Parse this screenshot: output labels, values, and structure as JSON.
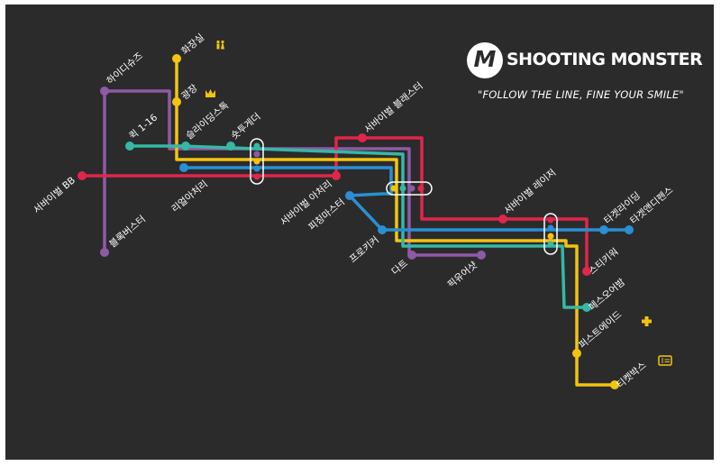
{
  "brand": {
    "logo_letter": "M",
    "name": "SHOOTING MONSTER",
    "slogan": "\"FOLLOW THE LINE, FINE YOUR SMILE\""
  },
  "colors": {
    "background": "#2b2b2b",
    "yellow": "#f2c40f",
    "teal": "#36b8a5",
    "blue": "#2a8fd4",
    "red": "#e0264a",
    "purple": "#8e5aa6"
  },
  "lines": [
    {
      "name": "yellow",
      "color": "#f2c40f"
    },
    {
      "name": "teal",
      "color": "#36b8a5"
    },
    {
      "name": "blue",
      "color": "#2a8fd4"
    },
    {
      "name": "red",
      "color": "#e0264a"
    },
    {
      "name": "purple",
      "color": "#8e5aa6"
    }
  ],
  "stations": [
    {
      "label": "화장실",
      "icon": "toilet-icon",
      "color": "#f2c40f"
    },
    {
      "label": "광장",
      "icon": "crown-icon",
      "color": "#f2c40f"
    },
    {
      "label": "하이디슈즈",
      "color": "#8e5aa6"
    },
    {
      "label": "퀵 1-16",
      "color": "#36b8a5"
    },
    {
      "label": "슬라이딩스톡",
      "color": "#36b8a5"
    },
    {
      "label": "숏투게더",
      "color": "#36b8a5"
    },
    {
      "label": "서바이벌 BB",
      "color": "#e0264a"
    },
    {
      "label": "리얼아처리",
      "color": "#2a8fd4"
    },
    {
      "label": "블록버스터",
      "color": "#8e5aa6"
    },
    {
      "label": "서바이벌 블래스터",
      "color": "#e0264a"
    },
    {
      "label": "서바이벌 아처리",
      "color": "#e0264a"
    },
    {
      "label": "피칭마스터",
      "color": "#2a8fd4"
    },
    {
      "label": "프로키커",
      "color": "#2a8fd4"
    },
    {
      "label": "다트",
      "color": "#8e5aa6"
    },
    {
      "label": "픽유어샷",
      "color": "#8e5aa6"
    },
    {
      "label": "서바이벌 레이저",
      "color": "#e0264a"
    },
    {
      "label": "타겟라이딩",
      "color": "#2a8fd4"
    },
    {
      "label": "타겟앤디펜스",
      "color": "#2a8fd4"
    },
    {
      "label": "스티키워",
      "color": "#e0264a"
    },
    {
      "label": "페스오어밤",
      "color": "#36b8a5"
    },
    {
      "label": "퍼스트에이드",
      "icon": "first-aid-icon",
      "color": "#f2c40f"
    },
    {
      "label": "티켓박스",
      "icon": "ticket-icon",
      "color": "#f2c40f"
    }
  ]
}
